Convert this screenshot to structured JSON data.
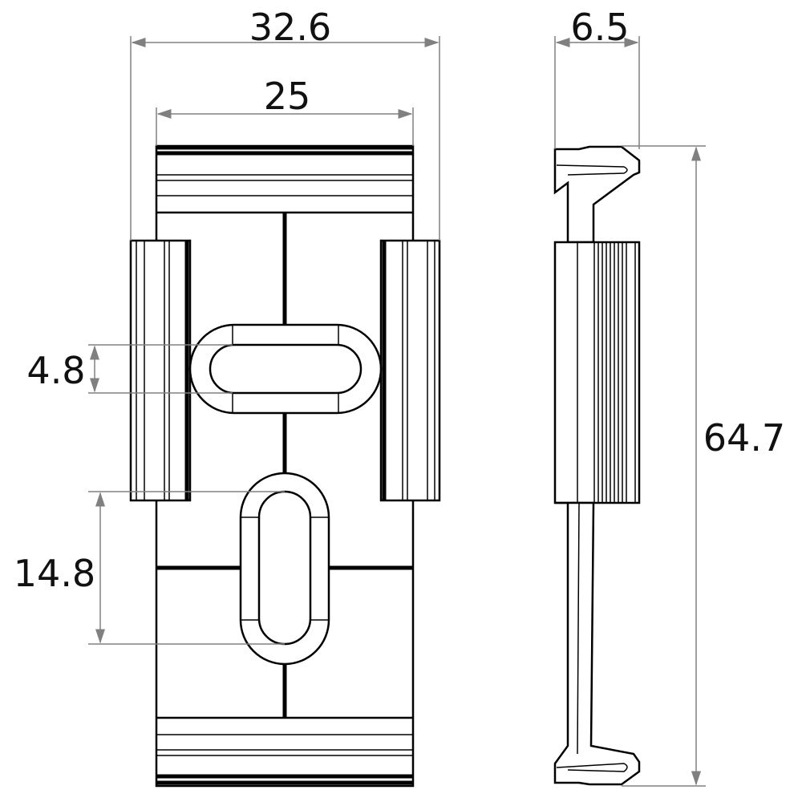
{
  "dimensions": {
    "overall_width": "32.6",
    "inner_width": "25",
    "depth": "6.5",
    "height": "64.7",
    "slot_horizontal": "4.8",
    "slot_vertical": "14.8"
  },
  "colors": {
    "line": "#000000",
    "dimension": "#808080"
  }
}
